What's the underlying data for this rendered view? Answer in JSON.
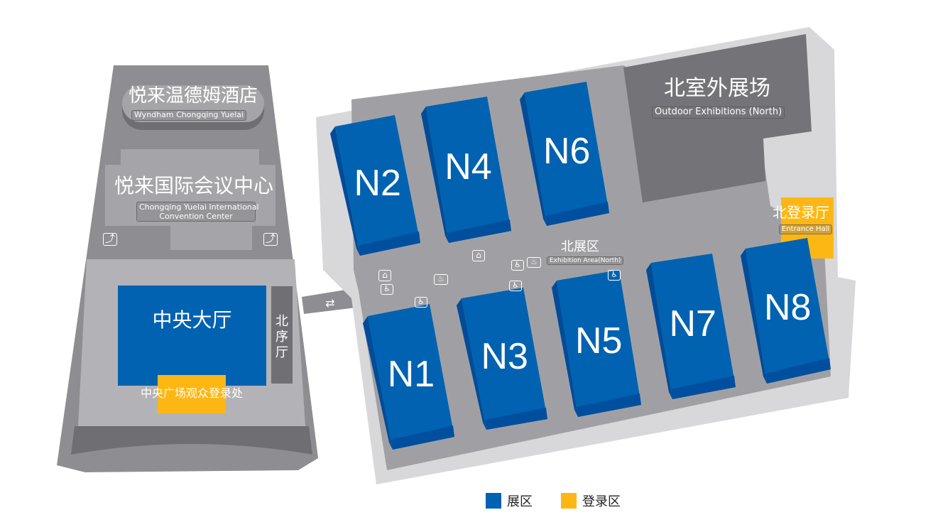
{
  "colors": {
    "exhibition": "#0062b1",
    "registration": "#fdb714",
    "floor": "#a0a0a4",
    "building": "#8e8e92"
  },
  "left_building": {
    "hotel_cn": "悦来温德姆酒店",
    "hotel_en": "Wyndham Chongqing Yuelai",
    "center_cn": "悦来国际会议中心",
    "center_en_1": "Chongqing Yuelai International",
    "center_en_2": "Convention Center",
    "central_hall": "中央大厅",
    "north_foyer": "北序厅",
    "central_registration": "中央广场观众登录处"
  },
  "north_area": {
    "outdoor_cn": "北室外展场",
    "outdoor_en": "Outdoor Exhibitions (North)",
    "entrance_cn": "北登录厅",
    "entrance_en": "Entrance Hall",
    "area_cn": "北展区",
    "area_en": "Exhibition Area(North)",
    "halls": [
      "N1",
      "N2",
      "N3",
      "N4",
      "N5",
      "N6",
      "N7",
      "N8"
    ]
  },
  "icons": [
    "escalator-icon",
    "service-center-icon",
    "restroom-icon",
    "restaurant-icon",
    "two-way-arrow-icon"
  ],
  "legend": [
    {
      "label": "展区",
      "color": "#0062b1"
    },
    {
      "label": "登录区",
      "color": "#fdb714"
    }
  ]
}
